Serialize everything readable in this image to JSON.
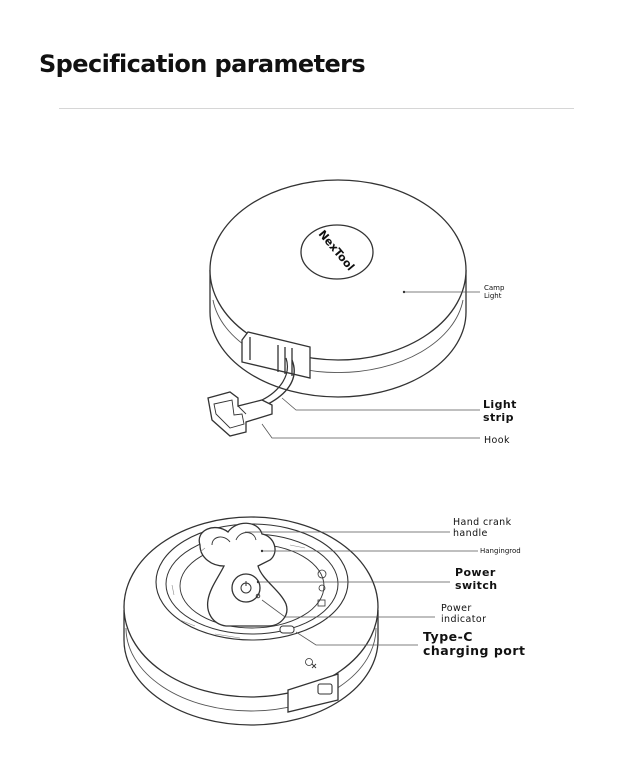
{
  "page": {
    "title": "Specification parameters"
  },
  "top_device": {
    "brand": "NexTool",
    "labels": {
      "camp_light": "Camp\nLight",
      "light_strip": "Light\nstrip",
      "hook": "Hook"
    }
  },
  "bottom_device": {
    "labels": {
      "hand_crank": "Hand crank\nhandle",
      "hanging_rod": "Hangingrod",
      "power_switch": "Power\nswitch",
      "power_indicator": "Power\nindicator",
      "type_c": "Type-C\ncharging port"
    }
  }
}
